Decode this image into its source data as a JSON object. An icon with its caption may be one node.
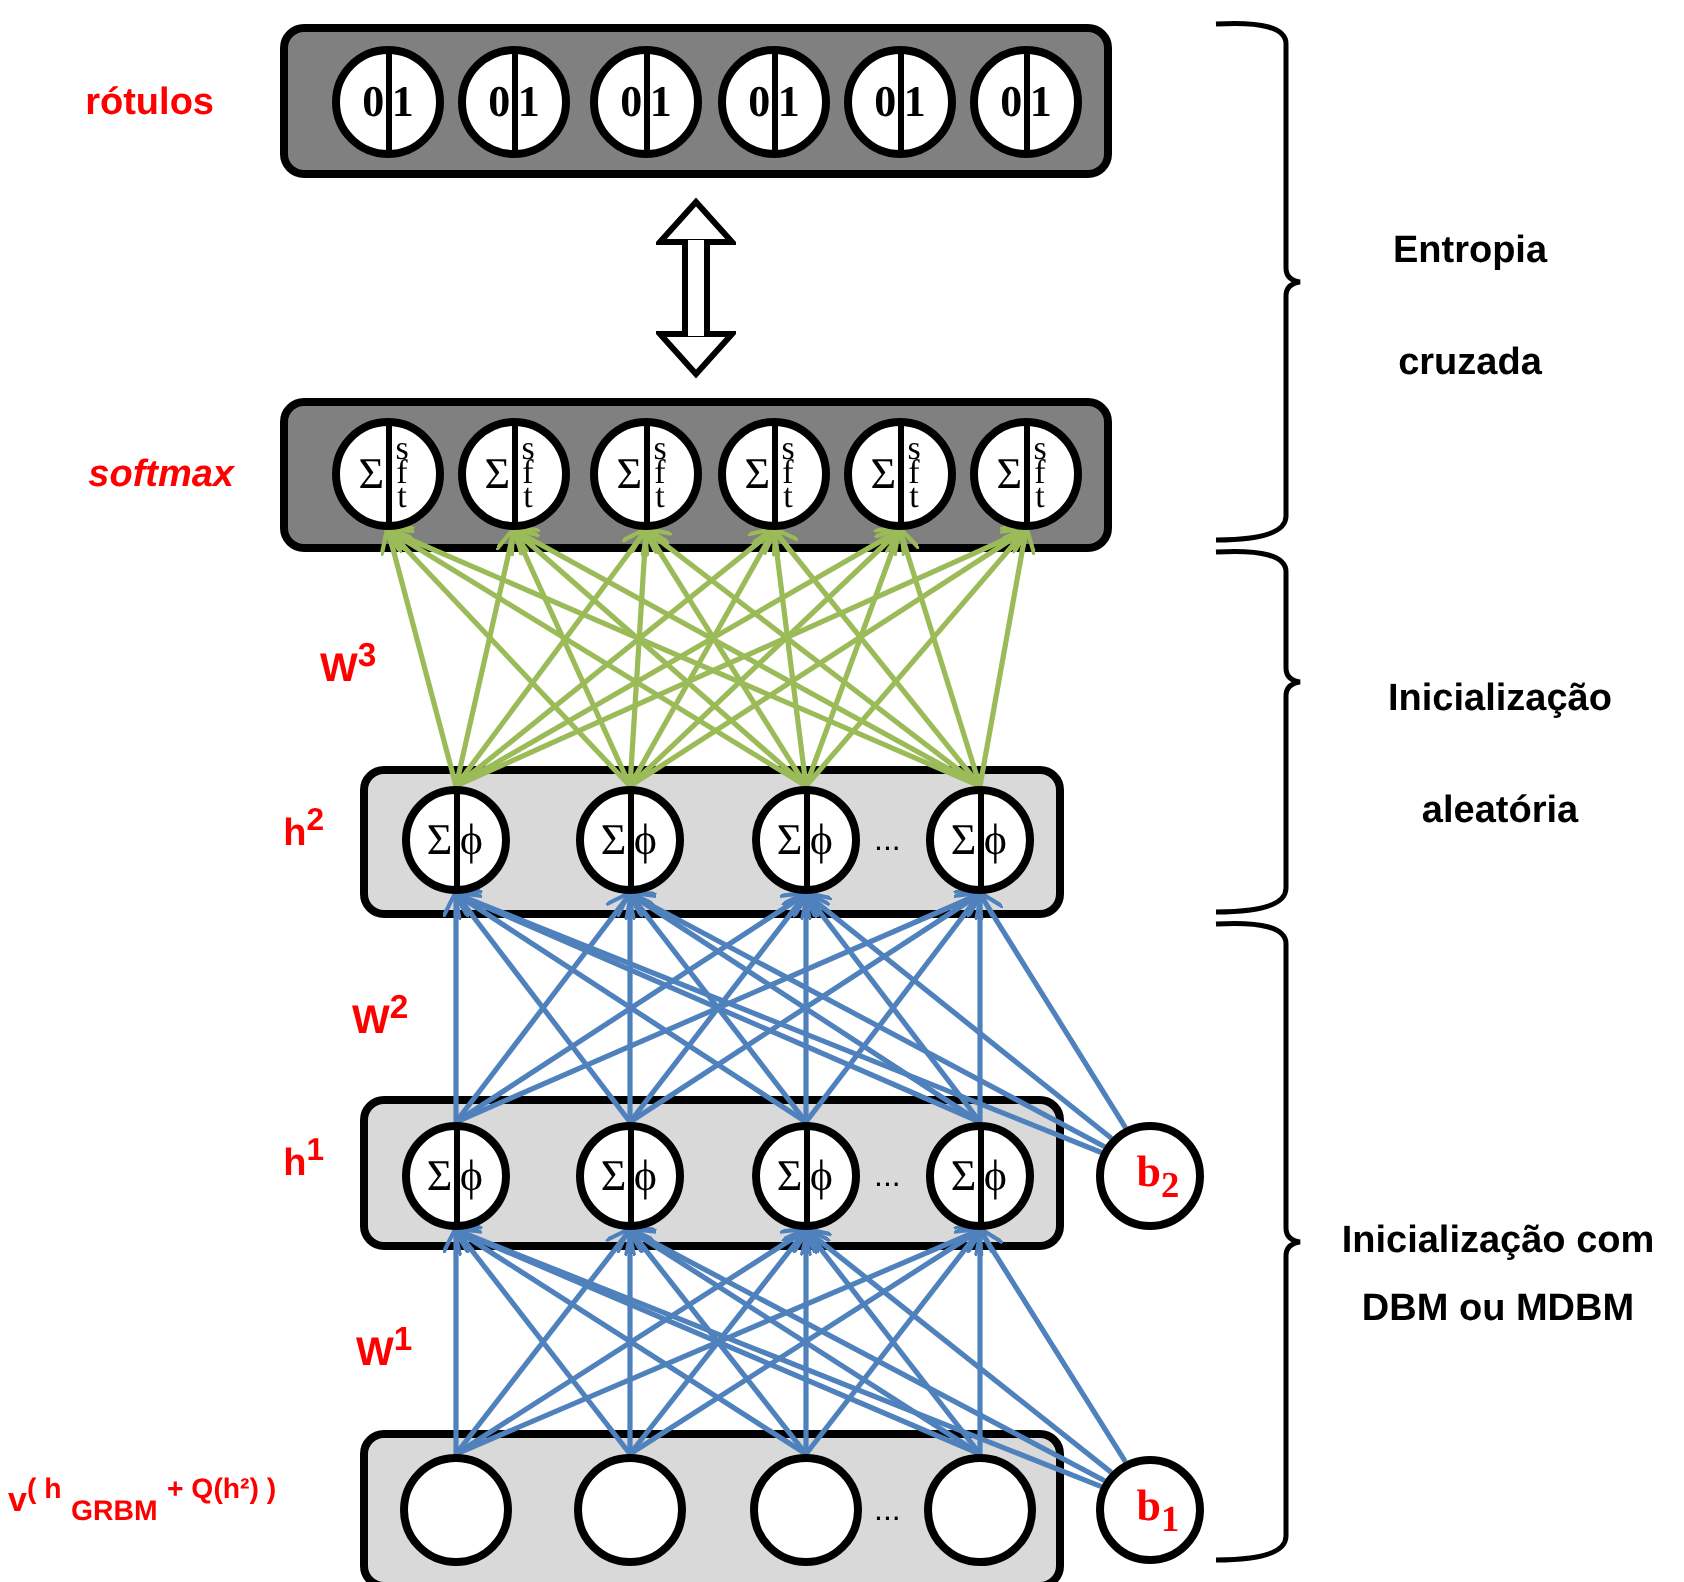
{
  "diagram": {
    "nodes": [
      {
        "text": [],
        "shape": "box",
        "beside": [
          "rótulos"
        ]
      },
      {
        "text": [
          "0",
          "1"
        ],
        "in": 0
      },
      {
        "text": [
          "0",
          "1"
        ],
        "in": 0
      },
      {
        "text": [
          "0",
          "1"
        ],
        "in": 0
      },
      {
        "text": [
          "0",
          "1"
        ],
        "in": 0
      },
      {
        "text": [
          "0",
          "1"
        ],
        "in": 0
      },
      {
        "text": [
          "0",
          "1"
        ],
        "in": 0
      },
      {
        "text": [],
        "shape": "box",
        "beside": [
          "softmax"
        ]
      },
      {
        "text": [
          "Σ",
          "sft"
        ],
        "in": 7
      },
      {
        "text": [
          "Σ",
          "sft"
        ],
        "in": 7
      },
      {
        "text": [
          "Σ",
          "sft"
        ],
        "in": 7
      },
      {
        "text": [
          "Σ",
          "sft"
        ],
        "in": 7
      },
      {
        "text": [
          "Σ",
          "sft"
        ],
        "in": 7
      },
      {
        "text": [
          "Σ",
          "sft"
        ],
        "in": 7
      },
      {
        "text": [],
        "shape": "box",
        "beside": [
          "h$^{2}$"
        ]
      },
      {
        "text": [
          "Σ",
          "ϕ"
        ],
        "in": 14
      },
      {
        "text": [
          "Σ",
          "ϕ"
        ],
        "in": 14
      },
      {
        "text": [
          "Σ",
          "ϕ"
        ],
        "in": 14
      },
      {
        "text": [
          "Σ",
          "ϕ"
        ],
        "in": 14
      },
      {
        "text": [],
        "shape": "box",
        "beside": [
          "h$^{1}$"
        ]
      },
      {
        "text": [
          "Σ",
          "ϕ"
        ],
        "in": 19
      },
      {
        "text": [
          "Σ",
          "ϕ"
        ],
        "in": 19
      },
      {
        "text": [
          "Σ",
          "ϕ"
        ],
        "in": 19
      },
      {
        "text": [
          "Σ",
          "ϕ"
        ],
        "in": 19
      },
      {
        "text": [
          "b$_{2}$"
        ]
      },
      {
        "text": [],
        "shape": "box",
        "beside": [
          "v$^{( h}$ $_{GRBM}$ $^{+ Q(h²) )}$"
        ]
      },
      {
        "text": [],
        "shape": "circle",
        "in": 25
      },
      {
        "text": [],
        "shape": "circle",
        "in": 25
      },
      {
        "text": [],
        "shape": "circle",
        "in": 25
      },
      {
        "text": [],
        "shape": "circle",
        "in": 25
      },
      {
        "text": [
          "b$_{1}$"
        ]
      }
    ],
    "edges": [
      {
        "from": 0,
        "to": 7,
        "arrow": "both",
        "style": "thick",
        "color": "#000000"
      },
      {
        "from": 15,
        "to": 8,
        "arrow": "to",
        "color": "#9bbb59"
      },
      {
        "from": 15,
        "to": 9,
        "arrow": "to",
        "color": "#9bbb59"
      },
      {
        "from": 15,
        "to": 10,
        "arrow": "to",
        "color": "#9bbb59"
      },
      {
        "from": 15,
        "to": 11,
        "arrow": "to",
        "color": "#9bbb59"
      },
      {
        "from": 15,
        "to": 12,
        "arrow": "to",
        "color": "#9bbb59"
      },
      {
        "from": 15,
        "to": 13,
        "arrow": "to",
        "color": "#9bbb59"
      },
      {
        "from": 16,
        "to": 8,
        "arrow": "to",
        "color": "#9bbb59"
      },
      {
        "from": 16,
        "to": 9,
        "arrow": "to",
        "color": "#9bbb59"
      },
      {
        "from": 16,
        "to": 10,
        "arrow": "to",
        "color": "#9bbb59"
      },
      {
        "from": 16,
        "to": 11,
        "arrow": "to",
        "color": "#9bbb59"
      },
      {
        "from": 16,
        "to": 12,
        "arrow": "to",
        "color": "#9bbb59"
      },
      {
        "from": 16,
        "to": 13,
        "arrow": "to",
        "color": "#9bbb59"
      },
      {
        "from": 17,
        "to": 8,
        "arrow": "to",
        "color": "#9bbb59"
      },
      {
        "from": 17,
        "to": 9,
        "arrow": "to",
        "color": "#9bbb59"
      },
      {
        "from": 17,
        "to": 10,
        "arrow": "to",
        "color": "#9bbb59"
      },
      {
        "from": 17,
        "to": 11,
        "arrow": "to",
        "color": "#9bbb59"
      },
      {
        "from": 17,
        "to": 12,
        "arrow": "to",
        "color": "#9bbb59"
      },
      {
        "from": 17,
        "to": 13,
        "arrow": "to",
        "color": "#9bbb59"
      },
      {
        "from": 18,
        "to": 8,
        "arrow": "to",
        "color": "#9bbb59"
      },
      {
        "from": 18,
        "to": 9,
        "arrow": "to",
        "color": "#9bbb59"
      },
      {
        "from": 18,
        "to": 10,
        "arrow": "to",
        "color": "#9bbb59"
      },
      {
        "from": 18,
        "to": 11,
        "arrow": "to",
        "color": "#9bbb59"
      },
      {
        "from": 18,
        "to": 12,
        "arrow": "to",
        "color": "#9bbb59"
      },
      {
        "from": 18,
        "to": 13,
        "arrow": "to",
        "color": "#9bbb59"
      },
      {
        "from": 20,
        "to": 15,
        "arrow": "to"
      },
      {
        "from": 20,
        "to": 16,
        "arrow": "to"
      },
      {
        "from": 20,
        "to": 17,
        "arrow": "to"
      },
      {
        "from": 20,
        "to": 18,
        "arrow": "to"
      },
      {
        "from": 21,
        "to": 15,
        "arrow": "to"
      },
      {
        "from": 21,
        "to": 16,
        "arrow": "to"
      },
      {
        "from": 21,
        "to": 17,
        "arrow": "to"
      },
      {
        "from": 21,
        "to": 18,
        "arrow": "to"
      },
      {
        "from": 22,
        "to": 15,
        "arrow": "to"
      },
      {
        "from": 22,
        "to": 16,
        "arrow": "to"
      },
      {
        "from": 22,
        "to": 17,
        "arrow": "to"
      },
      {
        "from": 22,
        "to": 18,
        "arrow": "to"
      },
      {
        "from": 23,
        "to": 15,
        "arrow": "to"
      },
      {
        "from": 23,
        "to": 16,
        "arrow": "to"
      },
      {
        "from": 23,
        "to": 17,
        "arrow": "to"
      },
      {
        "from": 23,
        "to": 18,
        "arrow": "to"
      },
      {
        "from": 24,
        "to": 15,
        "arrow": "to"
      },
      {
        "from": 24,
        "to": 16,
        "arrow": "to"
      },
      {
        "from": 24,
        "to": 17,
        "arrow": "to"
      },
      {
        "from": 24,
        "to": 18,
        "arrow": "to"
      },
      {
        "from": 26,
        "to": 20,
        "arrow": "to"
      },
      {
        "from": 26,
        "to": 21,
        "arrow": "to"
      },
      {
        "from": 26,
        "to": 22,
        "arrow": "to"
      },
      {
        "from": 26,
        "to": 23,
        "arrow": "to"
      },
      {
        "from": 27,
        "to": 20,
        "arrow": "to"
      },
      {
        "from": 27,
        "to": 21,
        "arrow": "to"
      },
      {
        "from": 27,
        "to": 22,
        "arrow": "to"
      },
      {
        "from": 27,
        "to": 23,
        "arrow": "to"
      },
      {
        "from": 28,
        "to": 20,
        "arrow": "to"
      },
      {
        "from": 28,
        "to": 21,
        "arrow": "to"
      },
      {
        "from": 28,
        "to": 22,
        "arrow": "to"
      },
      {
        "from": 28,
        "to": 23,
        "arrow": "to"
      },
      {
        "from": 29,
        "to": 20,
        "arrow": "to"
      },
      {
        "from": 29,
        "to": 21,
        "arrow": "to"
      },
      {
        "from": 29,
        "to": 22,
        "arrow": "to"
      },
      {
        "from": 29,
        "to": 23,
        "arrow": "to"
      },
      {
        "from": 30,
        "to": 20,
        "arrow": "to"
      },
      {
        "from": 30,
        "to": 21,
        "arrow": "to"
      },
      {
        "from": 30,
        "to": 22,
        "arrow": "to"
      },
      {
        "from": 30,
        "to": 23,
        "arrow": "to"
      }
    ],
    "labels": [
      "Entropia cruzada",
      "W$^{3}$",
      "Inicialização aleatória",
      "...",
      "W$^{2}$",
      "...",
      "Inicialização com DBM ou MDBM",
      "W$^{1}$",
      "..."
    ]
  }
}
